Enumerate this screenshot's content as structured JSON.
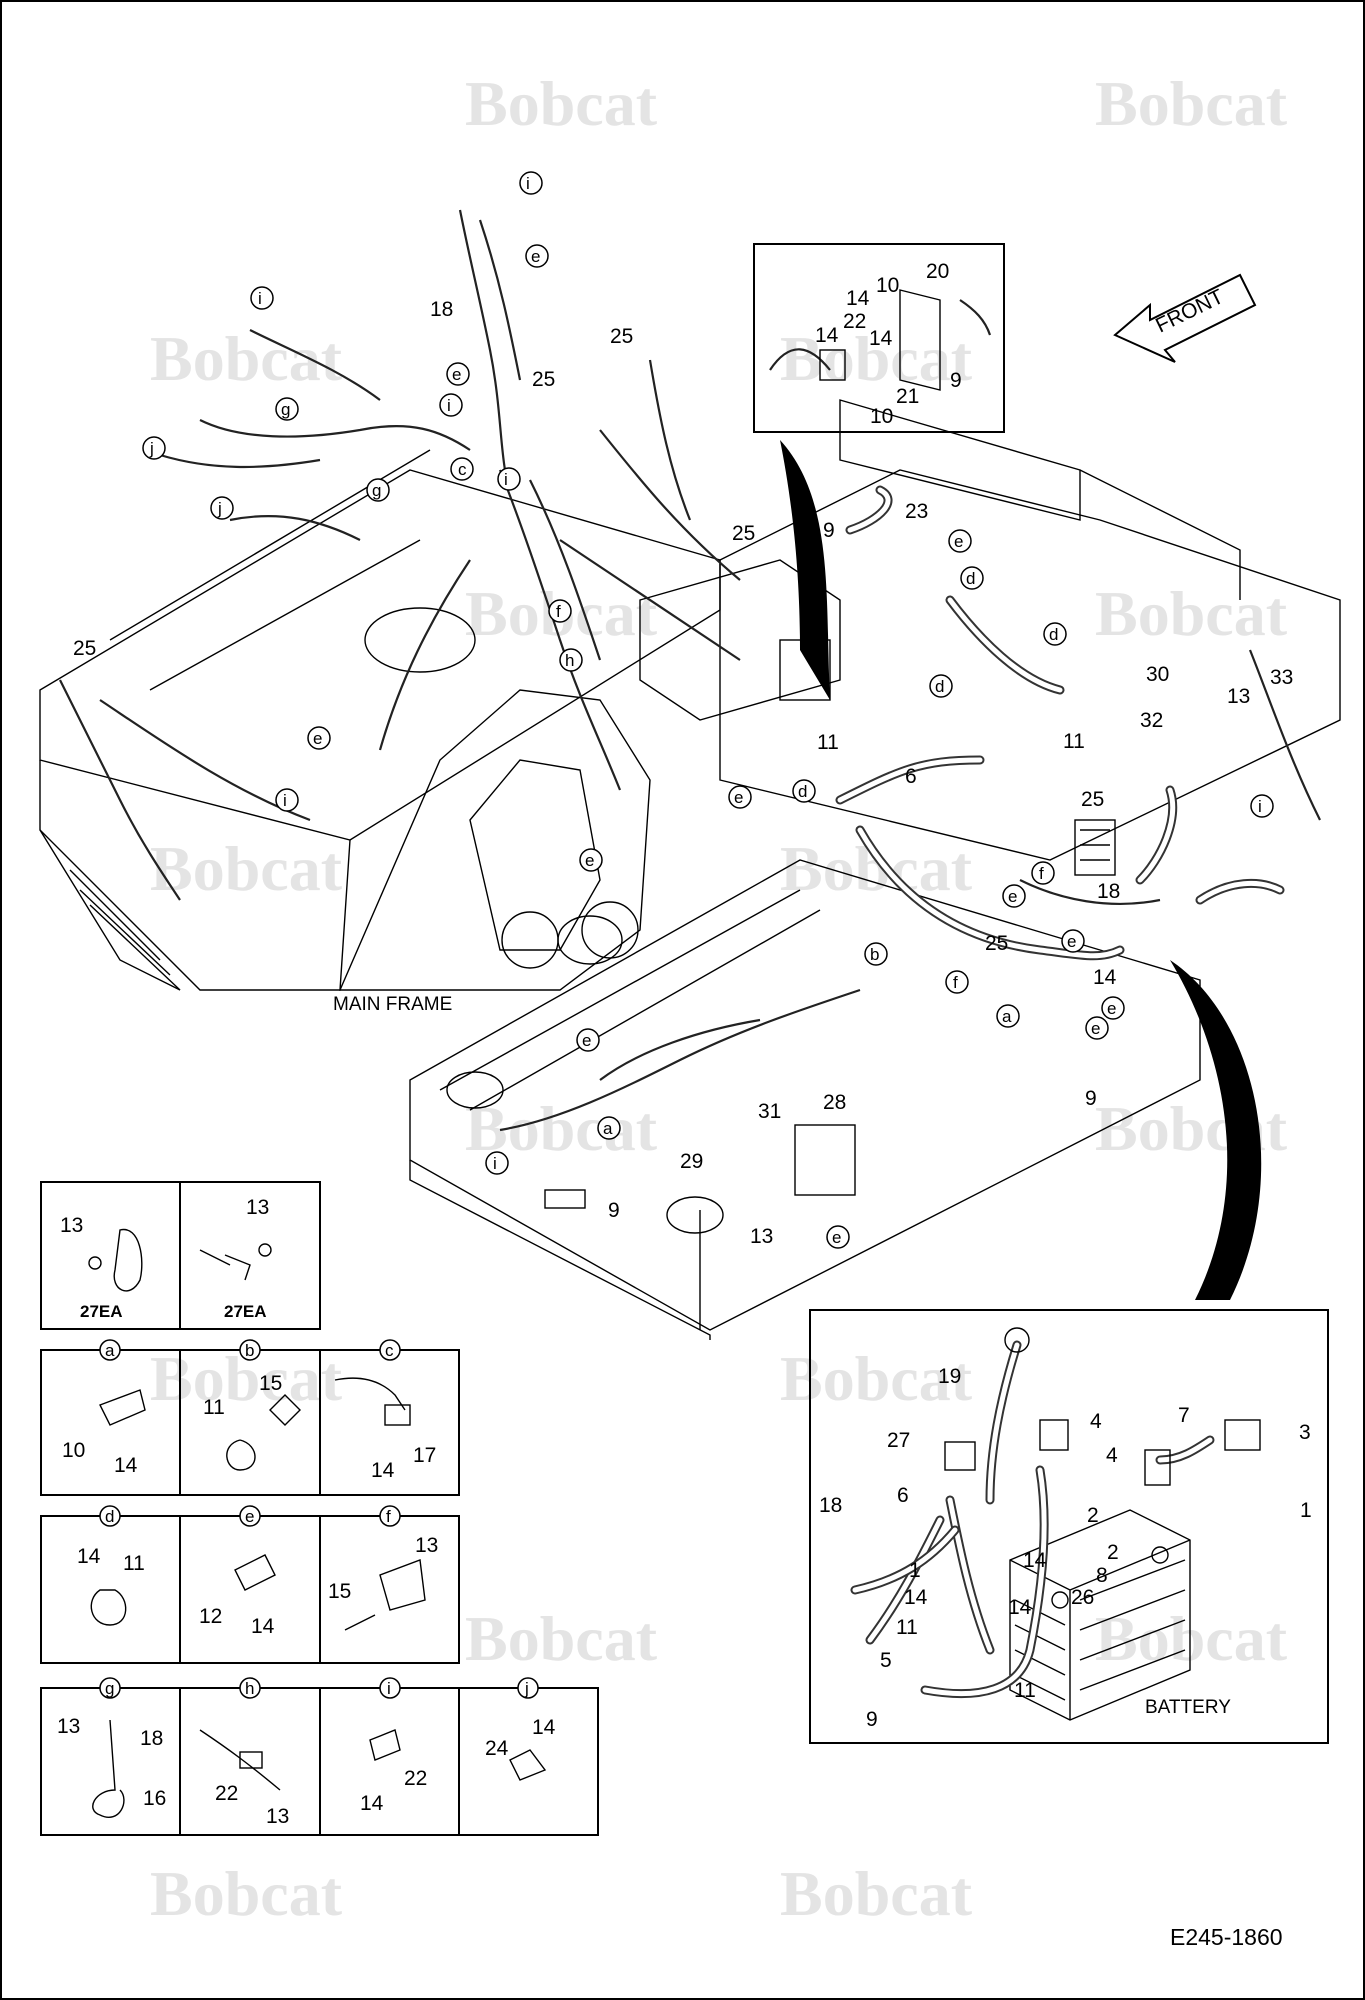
{
  "watermark": "Bobcat",
  "front_label": "FRONT",
  "main_frame_label": "MAIN FRAME",
  "battery_label": "BATTERY",
  "figure_code": "E245-1860",
  "inset_top_numbers": [
    "14",
    "10",
    "20",
    "14",
    "22",
    "14",
    "9",
    "21",
    "10"
  ],
  "main_numbers": [
    "18",
    "25",
    "25",
    "25",
    "25",
    "23",
    "9",
    "11",
    "6",
    "11",
    "30",
    "32",
    "13",
    "33",
    "25",
    "18",
    "14",
    "25",
    "9",
    "28",
    "31",
    "29",
    "9",
    "13"
  ],
  "main_letters": [
    "i",
    "e",
    "i",
    "e",
    "j",
    "i",
    "c",
    "i",
    "g",
    "g",
    "j",
    "f",
    "h",
    "e",
    "d",
    "d",
    "d",
    "e",
    "i",
    "e",
    "e",
    "f",
    "f",
    "b",
    "a",
    "e",
    "a",
    "i",
    "e",
    "e",
    "e",
    "d"
  ],
  "qty_panels": [
    {
      "part": "13",
      "qty": "27EA"
    },
    {
      "part": "13",
      "qty": "27EA"
    }
  ],
  "detail_panels": [
    {
      "letter": "a",
      "parts": [
        "10",
        "14"
      ]
    },
    {
      "letter": "b",
      "parts": [
        "15",
        "11"
      ]
    },
    {
      "letter": "c",
      "parts": [
        "14",
        "17"
      ]
    },
    {
      "letter": "d",
      "parts": [
        "14",
        "11"
      ]
    },
    {
      "letter": "e",
      "parts": [
        "12",
        "14"
      ]
    },
    {
      "letter": "f",
      "parts": [
        "13",
        "15"
      ]
    },
    {
      "letter": "g",
      "parts": [
        "13",
        "18",
        "16"
      ]
    },
    {
      "letter": "h",
      "parts": [
        "22",
        "13"
      ]
    },
    {
      "letter": "i",
      "parts": [
        "22",
        "14"
      ]
    },
    {
      "letter": "j",
      "parts": [
        "24",
        "14"
      ]
    }
  ],
  "battery_numbers": [
    "19",
    "4",
    "7",
    "3",
    "27",
    "4",
    "1",
    "6",
    "2",
    "18",
    "14",
    "1",
    "2",
    "8",
    "14",
    "26",
    "14",
    "11",
    "5",
    "11",
    "9"
  ]
}
